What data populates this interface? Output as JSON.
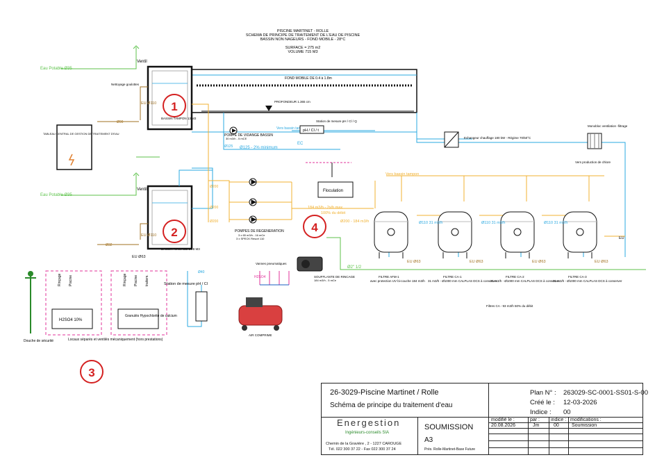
{
  "header": {
    "line1": "PISCINE MARTINET - ROLLE",
    "line2": "SCHEMA DE PRINCIPE DE TRAITEMENT DE L'EAU DE PISCINE",
    "line3": "BASSIN NON NAGEURS - FOND MOBILE - 28°C",
    "line4": "SURFACE = 275 m2",
    "line5": "VOLUME 715 M3"
  },
  "labels": {
    "eau_potable_1": "Eau Potable Ø35",
    "eau_potable_2": "Eau Potable Ø35",
    "ventil_1": "Ventil",
    "ventil_2": "Ventil",
    "nettoyage": "Nettoyage goulottes",
    "fond_mobile": "FOND MOBILE  DE 0.4 à 1.8m",
    "profondeur": "PROFONDEUR 1.365 cm",
    "bassin_tampon": "BASSIN TAMPON 13 M3",
    "bassin_rincage": "BASSIN RINCAGE 24.8 M3",
    "tableau": "TABLEAU CENTRAL DE GESTION DE TRAITEMENT D'EAU",
    "pompe_vidange": "POMPE DE VIDANGE BASSIN",
    "pompe_vidange_sub": "30 m3/h - 5 mCE",
    "pompes_regen": "POMPES DE REGENERATION",
    "pompes_regen_sub": "3 x SPECK Resort 110",
    "pompes_regen_flow": "3 x 65 m3/h - 16 mCe",
    "station_mesure": "Station de mesure pH / Cl / Q",
    "station_mesure_2": "Station de mesure pH / Cl",
    "ph_cl": "pH / Cl / t",
    "ec": "EC",
    "ec_flow": "Ø125 - 2% minimum",
    "floculation": "Floculation",
    "vers_bassin_tampon": "Vers bassin tampon",
    "soufflante": "SOUFFLANTE DE RINCAGE",
    "soufflante_sub": "184 m3/h - 5 mCe",
    "vannes_pneu": "Vannes pneumatiques",
    "air_comprime": "AIR COMPRIME",
    "echangeur": "Echangeur chauffage 180 kW - Régime 70/50°C",
    "monobloc": "Monobloc ventilation -filtrage",
    "vers_production_chlore": "Vers production de chlore",
    "douche": "Douche de sécurité",
    "locaux": "Locaux séparés et ventilés mécaniquement (hors prestations)",
    "h2so4": "H2SO4 10%",
    "granules": "Granulés Hypochlorite de calcium",
    "rincage_a": "Rinçage",
    "piscine_a": "Piscine",
    "rincage_b": "Rinçage",
    "piscine_b": "Piscine",
    "traitem_b": "traitem.",
    "filtre_afm": "FILTRE AFM-1",
    "filtre_ca1": "FILTRE CA-1",
    "filtre_ca2": "FILTRE CA-2",
    "filtre_ca3": "FILTRE CA-3",
    "filtre_afm_sub": "avec protection UV bi-couche 184 m3/h",
    "filtre_ca_sub": "31 m3/h - Ø1000 mm CALPLAS DCS à conserver",
    "filtre_total": "Filtres CA - 93 m3/h 50% du débit",
    "d_184": "184 m3/h - 2x/h max",
    "d_100": "100% du débit",
    "d_184b": "Ø200 - 184 m3/h",
    "d_31a": "Ø110 31 m3/h",
    "d_31b": "Ø110 31 m3/h",
    "d_31c": "Ø110 31 m3/h",
    "eu_1": "EU Ø110",
    "eu_2": "EU Ø110",
    "eu_3": "EU Ø63",
    "eu_4": "EU Ø63",
    "eu_5": "EU Ø63",
    "eu_6": "EU Ø63",
    "eu_7": "EU Ø63",
    "eu_8": "EU",
    "dim_200_a": "Ø200",
    "dim_200_b": "Ø200",
    "dim_200_c": "Ø200",
    "dim_40": "Ø40",
    "dim_32": "Ø32",
    "dim_90": "Ø90",
    "dim_125": "Ø125",
    "h2so4_tag": "H2SO4",
    "air_tag": "Ø2\" 1/2"
  },
  "markers": [
    "1",
    "2",
    "3",
    "4"
  ],
  "cartouche": {
    "project": "26-3029-Piscine Martinet / Rolle",
    "title": "Schéma de principe du traitement d'eau",
    "plan_label": "Plan N° :",
    "plan_value": "263029-SC-0001-SS01-S-00",
    "cree_label": "Créé le :",
    "cree_value": "12-03-2026",
    "indice_label": "Indice :",
    "indice_value": "00",
    "logo_name": "Energestion",
    "logo_sub": "Ingénieurs-conseils SIA",
    "address": "Chemin de la Gravière , 2 - 1227 CAROUGE",
    "tel": "Tél. 022 300 37 22 - Fax 022 300 37 24",
    "phase": "SOUMISSION",
    "format": "A3",
    "pres": "Prés. Rolle-Martinet-Base Future",
    "col_modifie": "modifié le :",
    "col_par": "par :",
    "col_indice": "indice :",
    "col_modifications": "modifications :",
    "row_date": "20.08.2026",
    "row_par": "Jm",
    "row_indice": "00",
    "row_mod": "Soumission"
  },
  "colors": {
    "water": "#29a8e0",
    "clean": "#5cc24a",
    "yellow": "#f0b030",
    "waste": "#a07020",
    "red": "#d42020",
    "magenta": "#e0309a",
    "blue_dark": "#1a5fc0"
  }
}
